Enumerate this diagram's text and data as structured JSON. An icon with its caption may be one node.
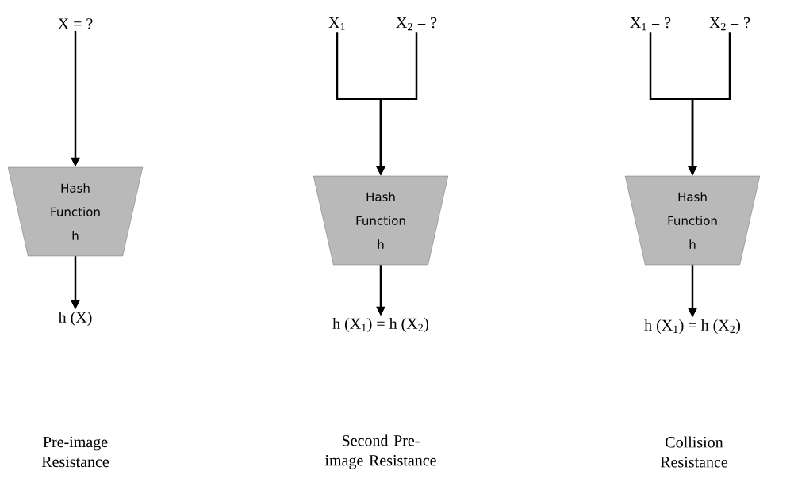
{
  "diagram": {
    "nodes": [
      {
        "text": [
          "X = ?"
        ]
      },
      {
        "text": [
          "Hash Function h"
        ]
      },
      {
        "text": [
          "h (X)"
        ]
      },
      {
        "text": [
          "X$_{1}$"
        ]
      },
      {
        "text": [
          "X$_{2}$ = ?"
        ]
      },
      {
        "text": [
          "Hash Function h"
        ]
      },
      {
        "text": [
          "h (X$_{1}$) = h (X$_{2}$)"
        ]
      },
      {
        "text": [
          "X$_{1}$ = ?"
        ]
      },
      {
        "text": [
          "X$_{2}$ = ?"
        ]
      },
      {
        "text": [
          "Hash Function h"
        ]
      },
      {
        "text": [
          "h (X$_{1}$) = h (X$_{2}$)"
        ]
      }
    ],
    "edges": [
      {
        "from": 0,
        "to": 1,
        "arrow": "to"
      },
      {
        "from": 1,
        "to": 2,
        "arrow": "to"
      },
      {
        "from": 3,
        "to": 5,
        "arrow": "to"
      },
      {
        "from": 4,
        "to": 5,
        "arrow": "to"
      },
      {
        "from": 5,
        "to": 6,
        "arrow": "to"
      },
      {
        "from": 7,
        "to": 9,
        "arrow": "to"
      },
      {
        "from": 8,
        "to": 9,
        "arrow": "to"
      },
      {
        "from": 9,
        "to": 10,
        "arrow": "to"
      }
    ],
    "labels": [
      "Pre-image Resistance",
      "Second Pre-image Resistance",
      "Collision Resistance"
    ]
  }
}
